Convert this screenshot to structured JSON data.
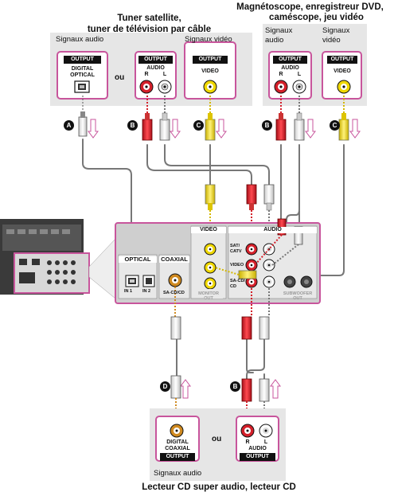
{
  "sources": {
    "satellite": {
      "title_line1": "Tuner satellite,",
      "title_line2": "tuner de télévision par câble",
      "audio_signals": "Signaux audio",
      "video_signals": "Signaux vidéo",
      "or": "ou",
      "digital_optical": {
        "output": "OUTPUT",
        "line1": "DIGITAL",
        "line2": "OPTICAL"
      },
      "audio": {
        "output": "OUTPUT",
        "label": "AUDIO",
        "r": "R",
        "l": "L"
      },
      "video": {
        "output": "OUTPUT",
        "label": "VIDEO"
      }
    },
    "vcr": {
      "title_line1": "Magnétoscope, enregistreur DVD,",
      "title_line2": "caméscope, jeu vidéo",
      "audio_signals_1": "Signaux",
      "audio_signals_2": "audio",
      "video_signals_1": "Signaux",
      "video_signals_2": "vidéo",
      "audio": {
        "output": "OUTPUT",
        "label": "AUDIO",
        "r": "R",
        "l": "L"
      },
      "video": {
        "output": "OUTPUT",
        "label": "VIDEO"
      }
    },
    "cd": {
      "title": "Lecteur CD super audio, lecteur CD",
      "audio_signals": "Signaux audio",
      "or": "ou",
      "coaxial": {
        "output": "OUTPUT",
        "line1": "DIGITAL",
        "line2": "COAXIAL"
      },
      "audio": {
        "output": "OUTPUT",
        "label": "AUDIO",
        "r": "R",
        "l": "L"
      }
    }
  },
  "cables": {
    "a": "A",
    "b": "B",
    "c": "C",
    "d": "D"
  },
  "receiver": {
    "optical": "OPTICAL",
    "coaxial": "COAXIAL",
    "video": "VIDEO",
    "audio": "AUDIO",
    "monitor_out_1": "MONITOR",
    "monitor_out_2": "OUT",
    "subwoofer_out_1": "SUBWOOFER",
    "subwoofer_out_2": "OUT",
    "sat_catv_1": "SAT/",
    "sat_catv_2": "CATV",
    "video_row": "VIDEO",
    "sacd_1": "SA-CD/",
    "sacd_2": "CD",
    "in_sat": "IN 1",
    "in_tv": "IN 2",
    "in_sacd": "SA-CD/CD"
  },
  "colors": {
    "panel_pink": "#c8559c",
    "panel_gray": "#e6e6e6",
    "red": "#d4202a",
    "yellow": "#f0d800",
    "white_plug": "#f4f4f4",
    "cable_gray": "#777777"
  }
}
